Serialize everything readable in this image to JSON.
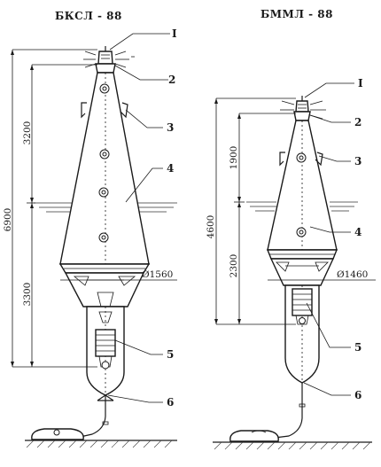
{
  "diagrams": [
    {
      "title": "БКСЛ - 88",
      "dims": {
        "total": "6900",
        "upper": "3200",
        "lower": "3300",
        "diameter": "Ø1560"
      },
      "callouts": [
        "I",
        "2",
        "3",
        "4",
        "5",
        "6"
      ]
    },
    {
      "title": "БММЛ - 88",
      "dims": {
        "total": "4600",
        "upper": "1900",
        "lower": "2300",
        "diameter": "Ø1460"
      },
      "callouts": [
        "I",
        "2",
        "3",
        "4",
        "5",
        "6"
      ]
    }
  ]
}
